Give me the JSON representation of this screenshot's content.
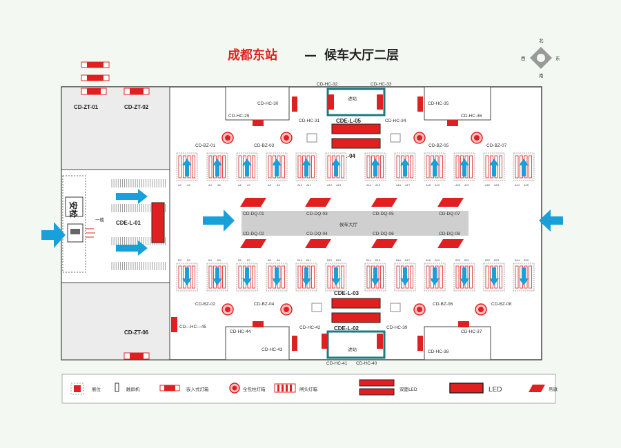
{
  "title": {
    "station": "成都东站",
    "dash": "—",
    "floor": "候车大厅二层"
  },
  "compass": {
    "n": "北",
    "s": "南",
    "e": "东",
    "w": "西"
  },
  "labels": {
    "zt01": "CD-ZT-01",
    "zt02": "CD-ZT-02",
    "zt06": "CD-ZT-06",
    "hc30": "CD-HC-30",
    "hc29": "CD-HC-29",
    "hc31": "CD-HC-31",
    "hc32": "CD-HC-32",
    "hc33": "CD-HC-33",
    "hc34": "CD-HC-34",
    "hc35": "CD-HC-35",
    "hc36": "CD-HC-36",
    "hc45": "CD—HC—45",
    "hc44": "CD-HC-44",
    "hc43": "CD-HC-43",
    "hc42": "CD-HC-42",
    "hc41": "CD-HC-41",
    "hc40": "CD-HC-40",
    "hc39": "CD-HC-39",
    "hc37": "CD-HC-37",
    "hc38": "CD-HC-38",
    "l05": "CDE-L-05",
    "l04": "CDE-L-04",
    "l03": "CDE-L-03",
    "l02": "CDE-L-02",
    "l01": "CDE-L-01",
    "bz01": "CD-BZ-01",
    "bz03": "CD-BZ-03",
    "bz05": "CD-BZ-05",
    "bz07": "CD-BZ-07",
    "bz02": "CD-BZ-02",
    "bz04": "CD-BZ-04",
    "bz06": "CD-BZ-06",
    "bz08": "CD-BZ-08",
    "dq01": "CD-DQ-01",
    "dq03": "CD-DQ-03",
    "dq05": "CD-DQ-05",
    "dq07": "CD-DQ-07",
    "dq02": "CD-DQ-02",
    "dq04": "CD-DQ-04",
    "dq06": "CD-DQ-06",
    "dq08": "CD-DQ-08",
    "hall": "候车大厅",
    "entry_top": "进站",
    "entry_bottom": "进站",
    "security": "安检",
    "floor1": "一楼"
  },
  "gates_top": [
    "A2",
    "A3",
    "A4",
    "A5",
    "A6",
    "A7",
    "A8",
    "A9",
    "A10",
    "A11",
    "A12",
    "A13",
    "A14",
    "A15",
    "A16",
    "A17",
    "A18",
    "A19",
    "A20",
    "A21",
    "A22",
    "A23",
    "A24",
    "A25"
  ],
  "gates_bottom": [
    "B2",
    "B3",
    "B4",
    "B5",
    "B6",
    "B7",
    "B8",
    "B9",
    "B10",
    "B11",
    "B12",
    "B13",
    "B14",
    "B15",
    "B16",
    "B17",
    "B18",
    "B19",
    "B20",
    "B21",
    "B22",
    "B23",
    "B24",
    "B25"
  ],
  "legend": {
    "kiosk": "展位",
    "screen": "触屏机",
    "embedded": "嵌入式灯箱",
    "pillar": "全包柱灯箱",
    "gate": "闸头灯箱",
    "double_led": "双面LED",
    "led": "LED",
    "flag": "吊旗"
  },
  "colors": {
    "accent": "#e02020",
    "teal": "#1a7a80",
    "arrow": "#1aa0d8"
  }
}
